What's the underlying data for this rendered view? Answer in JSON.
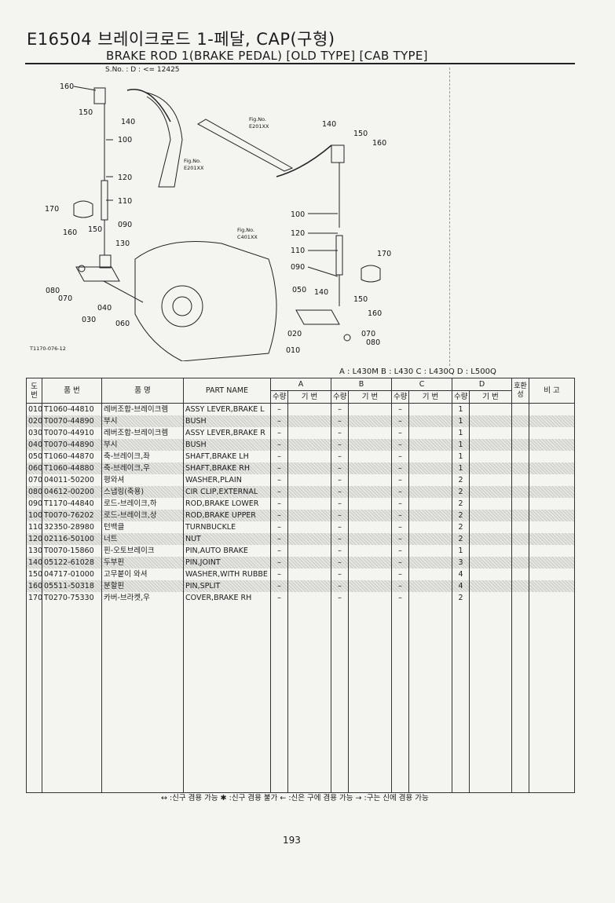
{
  "header": {
    "code": "E16504",
    "title_ko": "브레이크로드 1-페달, CAP(구형)",
    "title_en": "BRAKE ROD 1(BRAKE PEDAL) [OLD TYPE] [CAB TYPE]",
    "serial": "S.No. :   D : <= 12425"
  },
  "diagram": {
    "fig_refs": [
      "Fig.No.",
      "E201XX",
      "Fig.No.",
      "E201XX",
      "Fig.No.",
      "C401XX"
    ],
    "ref_code": "T1170-076-12",
    "callouts_left": [
      "160",
      "150",
      "140",
      "100",
      "120",
      "110",
      "170",
      "090",
      "160",
      "150",
      "130",
      "080",
      "070",
      "040",
      "030",
      "060"
    ],
    "callouts_right": [
      "140",
      "150",
      "160",
      "100",
      "120",
      "110",
      "170",
      "090",
      "050",
      "140",
      "150",
      "160",
      "020",
      "070",
      "080",
      "010"
    ]
  },
  "models": "A : L430M    B : L430    C : L430Q    D : L500Q",
  "table": {
    "headers": {
      "no": "도\n번",
      "part_no": "품   번",
      "name_ko": "품   명",
      "name_en": "PART NAME",
      "groups": [
        "A",
        "B",
        "C",
        "D"
      ],
      "qty": "수량",
      "serial": "기 번",
      "interchange": "호환성",
      "remarks": "비 고"
    },
    "rows": [
      {
        "no": "010",
        "part_no": "T1060-44810",
        "name_ko": "레버조합-브레이크렘",
        "name_en": "ASSY LEVER,BRAKE L",
        "a": "–",
        "b": "–",
        "c": "–",
        "d": "1",
        "shade": false
      },
      {
        "no": "020",
        "part_no": "T0070-44890",
        "name_ko": "부시",
        "name_en": "BUSH",
        "a": "–",
        "b": "–",
        "c": "–",
        "d": "1",
        "shade": true
      },
      {
        "no": "030",
        "part_no": "T0070-44910",
        "name_ko": "레버조합-브레이크렘",
        "name_en": "ASSY LEVER,BRAKE R",
        "a": "–",
        "b": "–",
        "c": "–",
        "d": "1",
        "shade": false
      },
      {
        "no": "040",
        "part_no": "T0070-44890",
        "name_ko": "부시",
        "name_en": "BUSH",
        "a": "–",
        "b": "–",
        "c": "–",
        "d": "1",
        "shade": true
      },
      {
        "no": "050",
        "part_no": "T1060-44870",
        "name_ko": "축-브레이크,좌",
        "name_en": "SHAFT,BRAKE LH",
        "a": "–",
        "b": "–",
        "c": "–",
        "d": "1",
        "shade": false
      },
      {
        "no": "060",
        "part_no": "T1060-44880",
        "name_ko": "축-브레이크,우",
        "name_en": "SHAFT,BRAKE RH",
        "a": "–",
        "b": "–",
        "c": "–",
        "d": "1",
        "shade": true
      },
      {
        "no": "070",
        "part_no": "04011-50200",
        "name_ko": "평와셔",
        "name_en": "WASHER,PLAIN",
        "a": "–",
        "b": "–",
        "c": "–",
        "d": "2",
        "shade": false
      },
      {
        "no": "080",
        "part_no": "04612-00200",
        "name_ko": "스냅링(축용)",
        "name_en": "CIR CLIP,EXTERNAL",
        "a": "–",
        "b": "–",
        "c": "–",
        "d": "2",
        "shade": true
      },
      {
        "no": "090",
        "part_no": "T1170-44840",
        "name_ko": "로드-브레이크,하",
        "name_en": "ROD,BRAKE LOWER",
        "a": "–",
        "b": "–",
        "c": "–",
        "d": "2",
        "shade": false
      },
      {
        "no": "100",
        "part_no": "T0070-76202",
        "name_ko": "로드-브레이크,상",
        "name_en": "ROD,BRAKE UPPER",
        "a": "–",
        "b": "–",
        "c": "–",
        "d": "2",
        "shade": true
      },
      {
        "no": "110",
        "part_no": "32350-28980",
        "name_ko": "턴백클",
        "name_en": "TURNBUCKLE",
        "a": "–",
        "b": "–",
        "c": "–",
        "d": "2",
        "shade": false
      },
      {
        "no": "120",
        "part_no": "02116-50100",
        "name_ko": "너트",
        "name_en": "NUT",
        "a": "–",
        "b": "–",
        "c": "–",
        "d": "2",
        "shade": true
      },
      {
        "no": "130",
        "part_no": "T0070-15860",
        "name_ko": "핀-오토브레이크",
        "name_en": "PIN,AUTO BRAKE",
        "a": "–",
        "b": "–",
        "c": "–",
        "d": "1",
        "shade": false
      },
      {
        "no": "140",
        "part_no": "05122-61028",
        "name_ko": "두부핀",
        "name_en": "PIN,JOINT",
        "a": "–",
        "b": "–",
        "c": "–",
        "d": "3",
        "shade": true
      },
      {
        "no": "150",
        "part_no": "04717-01000",
        "name_ko": "고무붙이 와셔",
        "name_en": "WASHER,WITH RUBBE",
        "a": "–",
        "b": "–",
        "c": "–",
        "d": "4",
        "shade": false
      },
      {
        "no": "160",
        "part_no": "05511-50318",
        "name_ko": "분할핀",
        "name_en": "PIN,SPLIT",
        "a": "–",
        "b": "–",
        "c": "–",
        "d": "4",
        "shade": true
      },
      {
        "no": "170",
        "part_no": "T0270-75330",
        "name_ko": "카버-브라켓,우",
        "name_en": "COVER,BRAKE RH",
        "a": "–",
        "b": "–",
        "c": "–",
        "d": "2",
        "shade": false
      }
    ]
  },
  "symbols": "↔ :신구 겸용 가능    ✱ :신구 겸용 불가    ← :신은 구에 겸용 가능    → :구는 신에 겸용 가능",
  "page_number": "193"
}
